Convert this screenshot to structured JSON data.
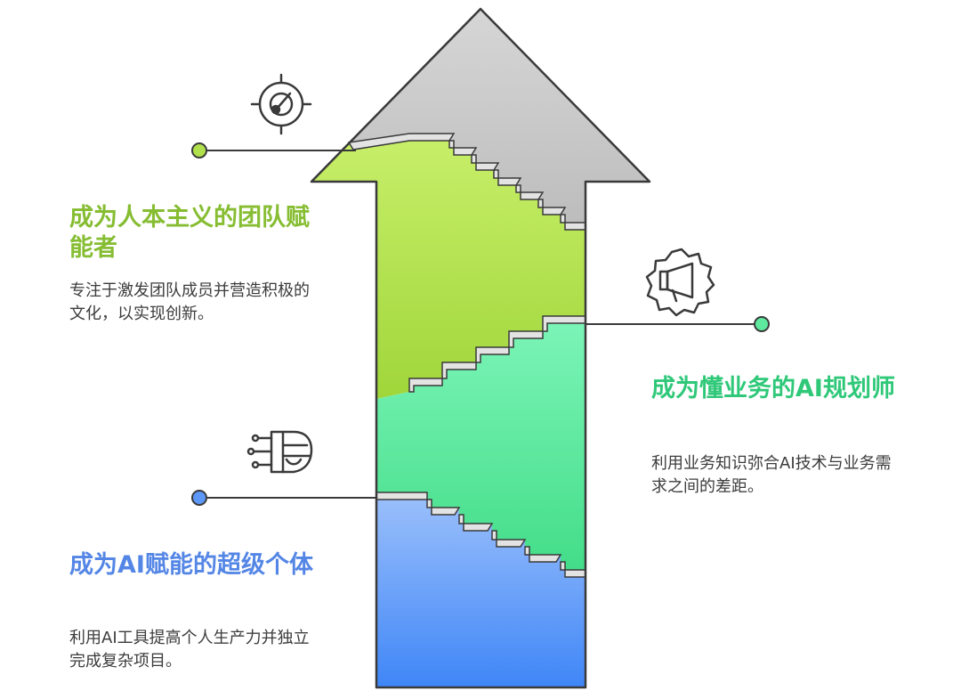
{
  "colors": {
    "gray": "#c6c6c6",
    "green_light": "#b0e04c",
    "teal_green": "#5fe99e",
    "blue": "#5d97f7",
    "title_green": "#86bd32",
    "title_teal": "#2fc879",
    "title_blue": "#5486e6",
    "outline": "#3a3a3a",
    "step_side": "#8a8a8a"
  },
  "sections": [
    {
      "title": "成为人本主义的团队赋能者",
      "description": "专注于激发团队成员并营造积极的文化，以实现创新。",
      "icon": "target-icon"
    },
    {
      "title": "成为懂业务的AI规划师",
      "description": "利用业务知识弥合AI技术与业务需求之间的差距。",
      "icon": "megaphone-gear-icon"
    },
    {
      "title": "成为AI赋能的超级个体",
      "description": "利用AI工具提高个人生产力并独立完成复杂项目。",
      "icon": "brain-circuit-icon"
    }
  ]
}
